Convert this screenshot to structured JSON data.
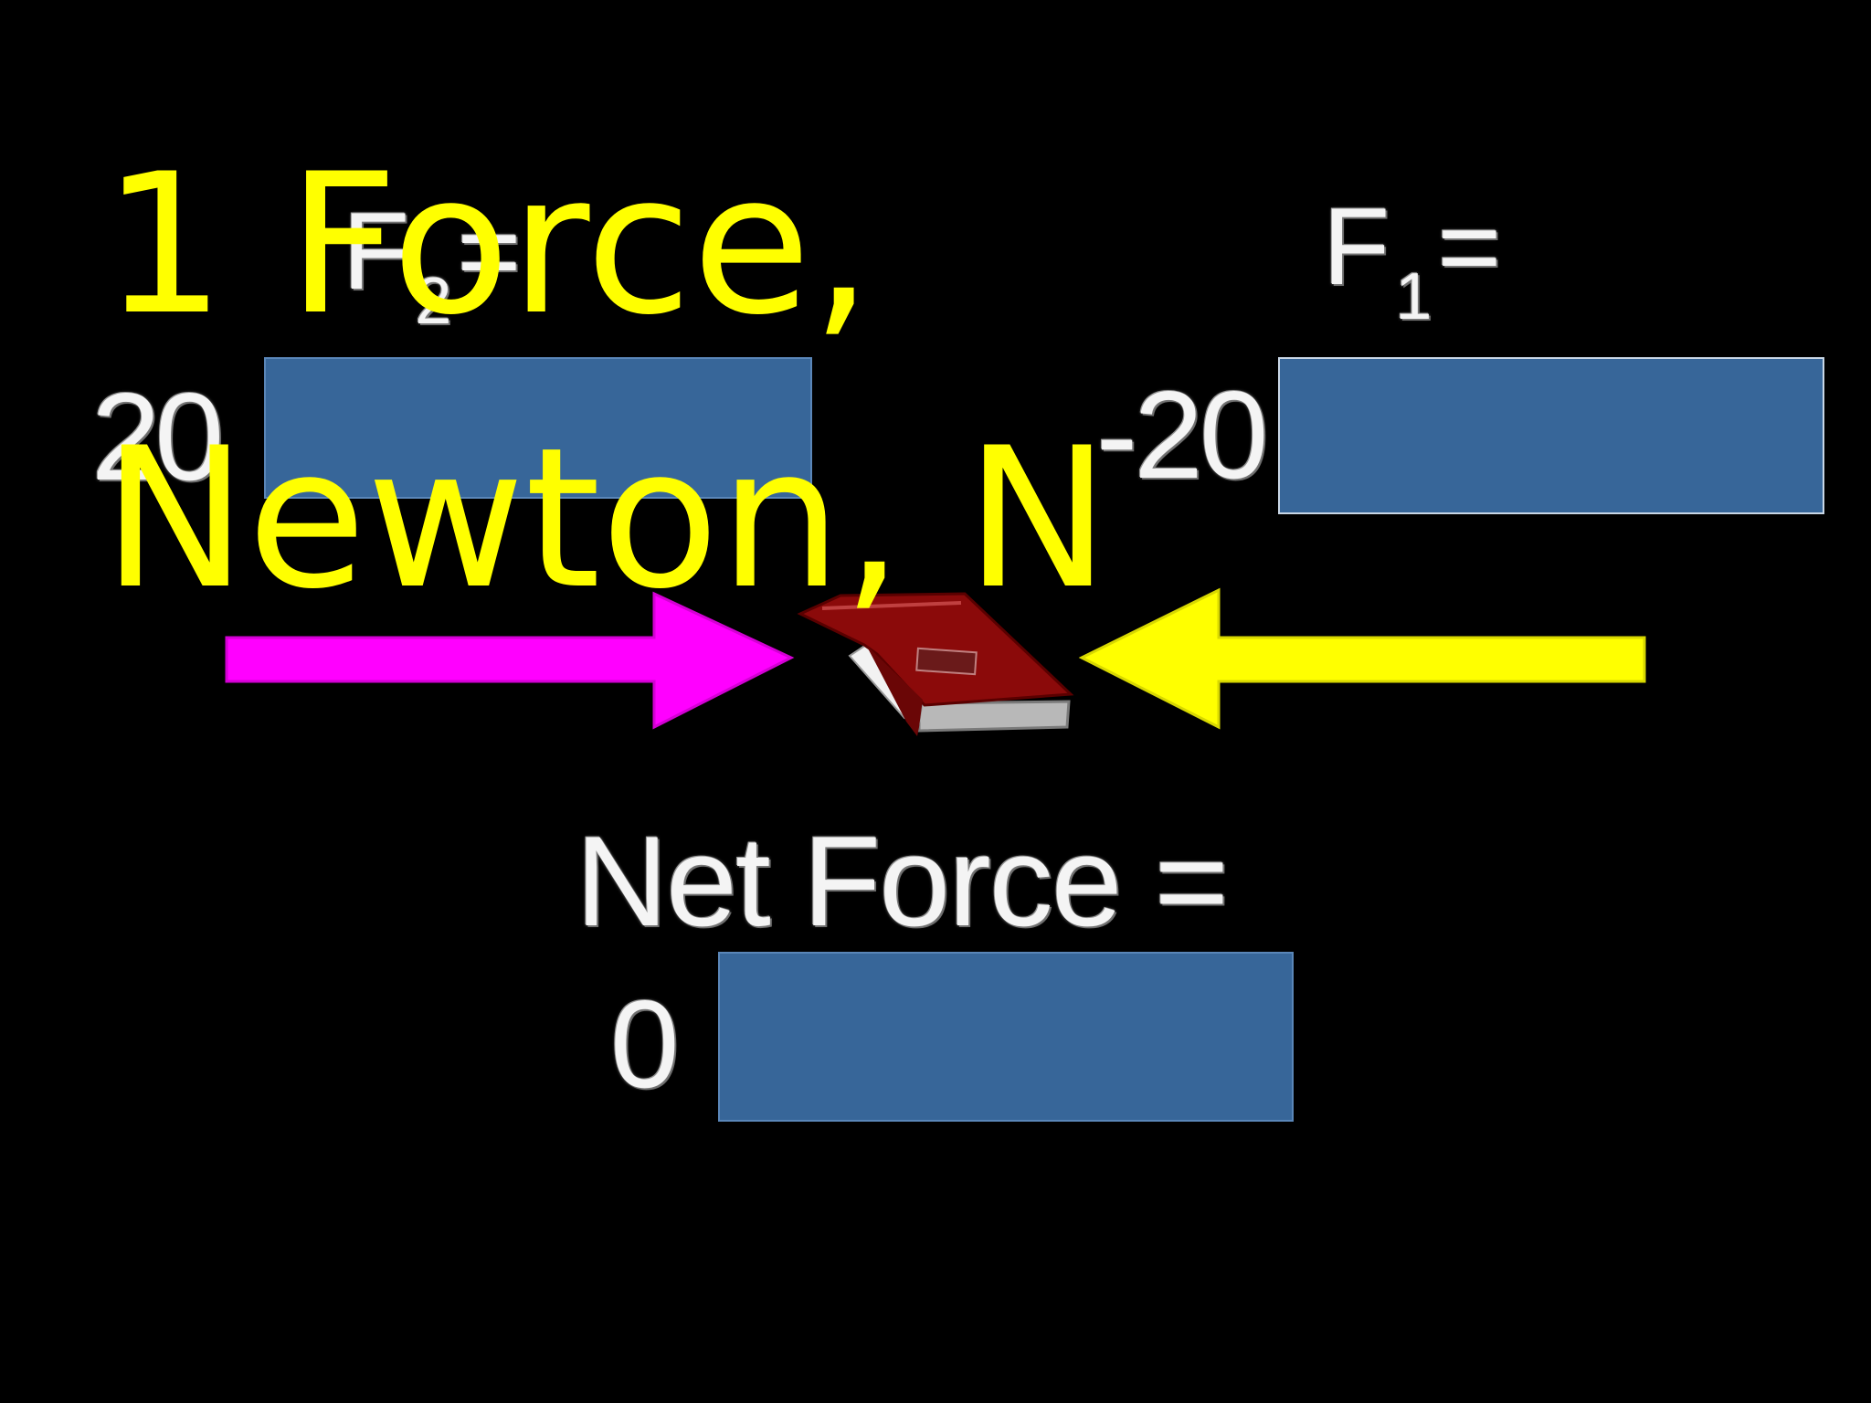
{
  "slide": {
    "title": "1 Force, Newton, N",
    "colors": {
      "background": "#000000",
      "title": "#ffff00",
      "answer_box": "#376699",
      "arrow_left": "#ff00ff",
      "arrow_right": "#ffff00",
      "book": "#8b0a0a",
      "label": "#f4f4f4"
    }
  },
  "diagram": {
    "force_2": {
      "symbol": "F",
      "subscript": "2",
      "equals": "=",
      "value": "20"
    },
    "force_1": {
      "symbol": "F",
      "subscript": "1",
      "equals": "=",
      "value": "-20"
    },
    "net_force": {
      "label": "Net Force =",
      "value": "0"
    },
    "object_icon": "book-icon",
    "arrow_left_icon": "arrow-right-icon",
    "arrow_right_icon": "arrow-left-icon"
  }
}
